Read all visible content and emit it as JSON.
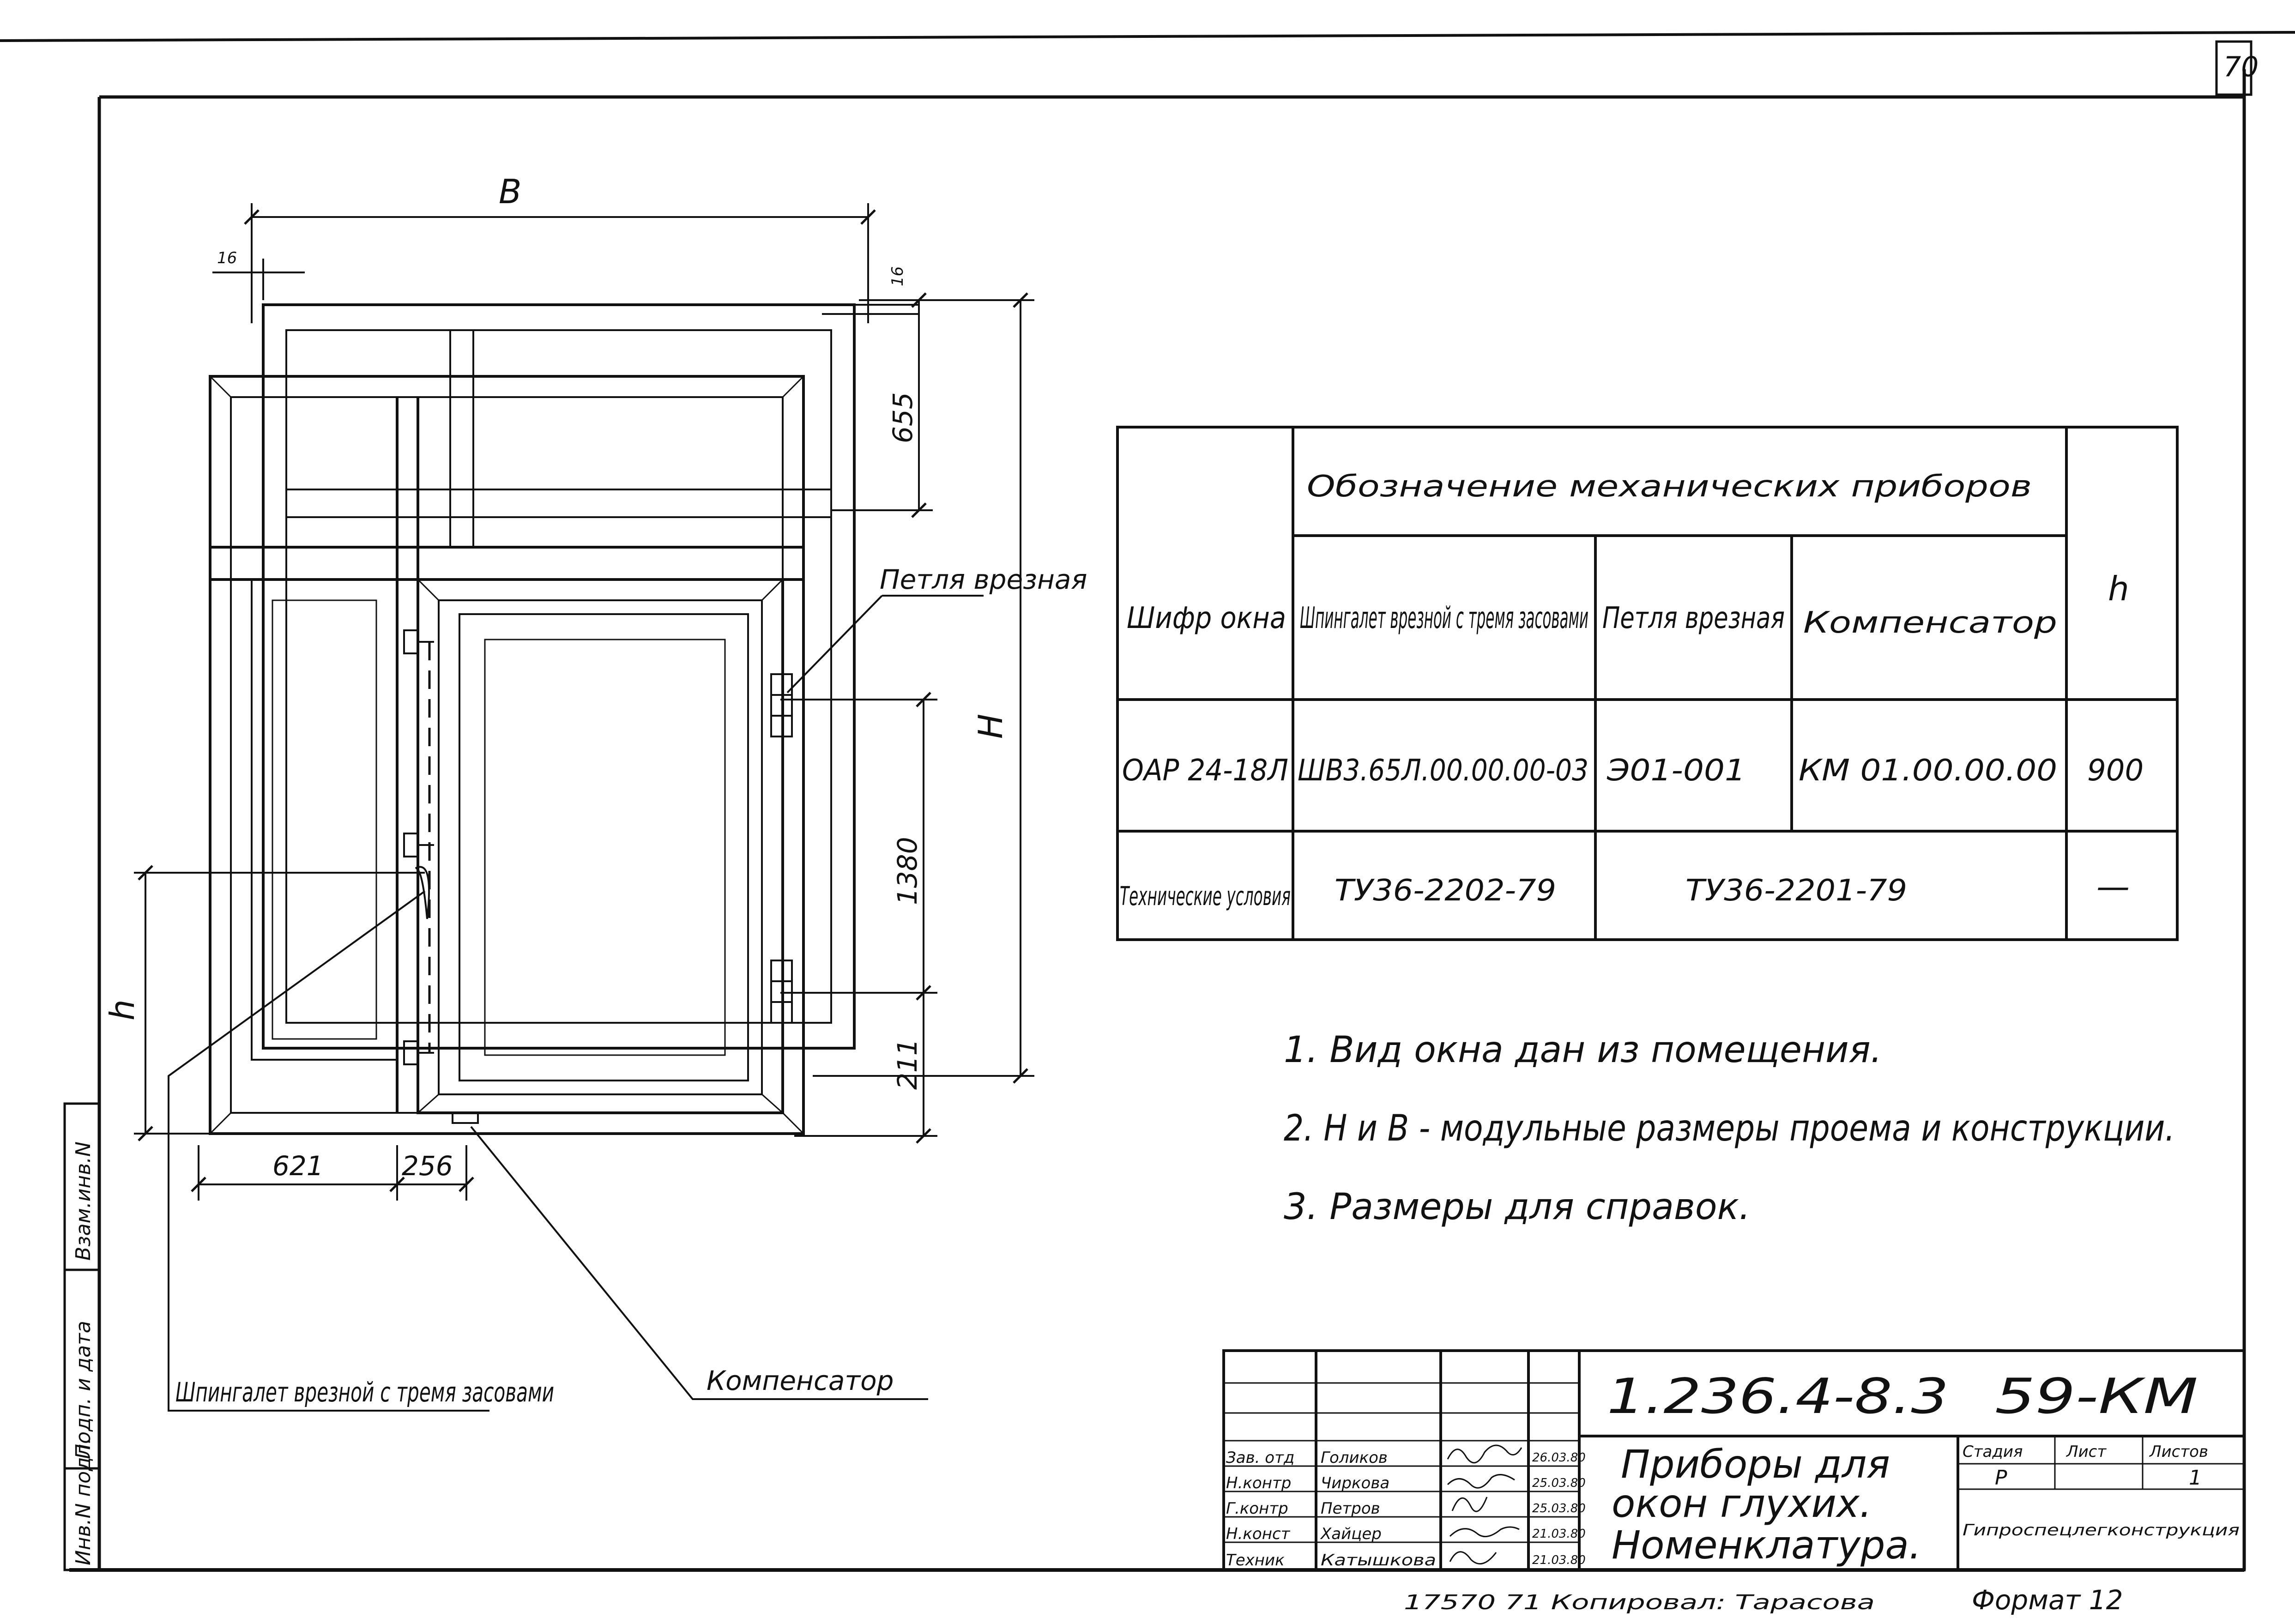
{
  "sheet": {
    "page_number": "70",
    "document_code": "1.236.4-8.3",
    "sheet_code": "59-КМ",
    "title_lines": [
      "Приборы для",
      "окон глухих.",
      "Номенклатура."
    ],
    "organization": "Гипроспецлегконструкция",
    "format": "Формат 12",
    "copied_by": "17570   71   Копировал: Тарасова"
  },
  "side_stamp": {
    "labels": [
      "Инв.N подл.",
      "Подп. и дата",
      "Взам.инв.N"
    ]
  },
  "drawing": {
    "labels": {
      "width": "B",
      "height": "H",
      "handle_height": "h",
      "hinge": "Петля врезная",
      "espagnolette": "Шпингалет врезной с тремя засовами",
      "compensator": "Компенсатор"
    },
    "dimensions": {
      "frame_offset_left": "16",
      "frame_offset_right": "16",
      "transom_height": "655",
      "sash_height": "1380",
      "bottom_offset": "211",
      "left_width": "621",
      "mullion_width": "256"
    }
  },
  "table": {
    "header": {
      "cipher": "Шифр окна",
      "group": "Обозначение механических приборов",
      "espagnolette": "Шпингалет врезной с тремя засовами",
      "hinge": "Петля врезная",
      "compensator": "Компенсатор",
      "h": "h"
    },
    "rows": [
      {
        "cipher": "ОАР 24-18Л",
        "espagnolette": "ШВ3.65Л.00.00.00-03",
        "hinge": "Э01-001",
        "compensator": "КМ 01.00.00.00",
        "h": "900"
      }
    ],
    "conditions": {
      "label": "Технические условия",
      "espagnolette": "ТУ36-2202-79",
      "hinge_compensator": "ТУ36-2201-79",
      "h": "—"
    }
  },
  "notes": [
    "1. Вид окна дан из помещения.",
    "2. H и B - модульные размеры проема и конструкции.",
    "3. Размеры для справок."
  ],
  "title_block": {
    "roles": [
      "Зав. отд",
      "Н.контр",
      "Г.контр",
      "Н.конст",
      "Техник"
    ],
    "names": [
      "Голиков",
      "Чиркова",
      "Петров",
      "Хайцер",
      "Катышкова"
    ],
    "dates": [
      "26.03.80",
      "25.03.80",
      "25.03.80",
      "21.03.80",
      "21.03.80"
    ],
    "stage_label": "Стадия",
    "sheet_label": "Лист",
    "sheets_label": "Листов",
    "stage": "Р",
    "sheets_total": "1"
  }
}
